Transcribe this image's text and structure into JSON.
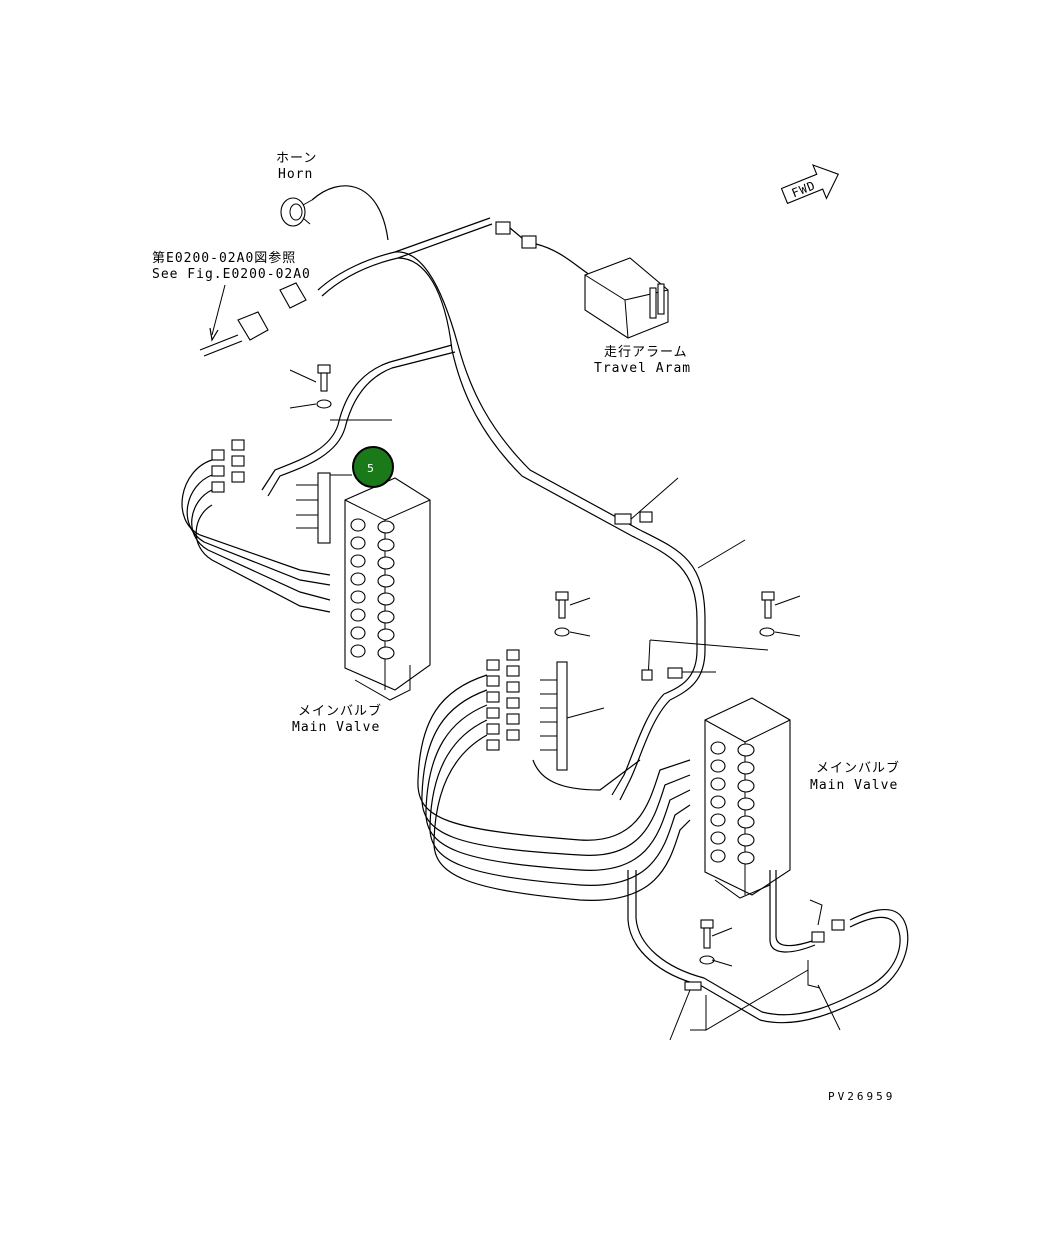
{
  "labels": {
    "horn_jp": "ホーン",
    "horn_en": "Horn",
    "ref_jp": "第E0200-02A0図参照",
    "ref_en": "See Fig.E0200-02A0",
    "alarm_jp": "走行アラーム",
    "alarm_en": "Travel Aram",
    "valve1_jp": "メインバルブ",
    "valve1_en": "Main Valve",
    "valve2_jp": "メインバルブ",
    "valve2_en": "Main Valve",
    "fwd": "FWD",
    "part_code": "PV26959"
  },
  "callout": {
    "number": "5",
    "color": "#1a7a1a"
  }
}
